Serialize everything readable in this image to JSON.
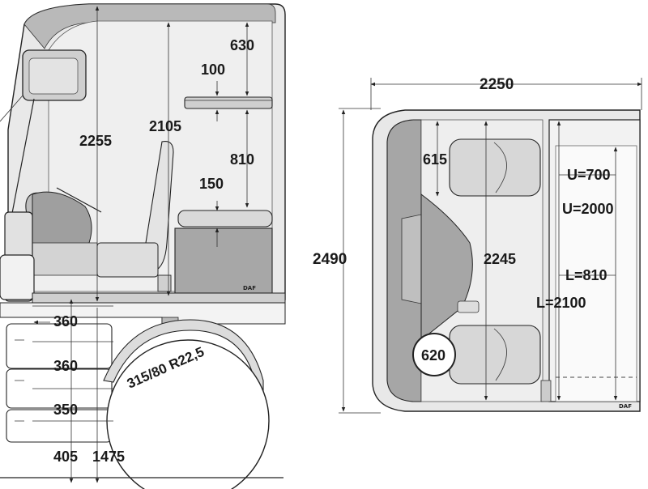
{
  "side_view": {
    "dims": {
      "d630": "630",
      "d100": "100",
      "d2105": "2105",
      "d2255": "2255",
      "d810": "810",
      "d150": "150",
      "d360a": "360",
      "d360b": "360",
      "d350": "350",
      "d405": "405",
      "d1475": "1475"
    },
    "tyre_label": "315/80 R22,5",
    "logo": "DAF"
  },
  "top_view": {
    "dims": {
      "d2250": "2250",
      "d2490": "2490",
      "d615": "615",
      "d2245": "2245",
      "d620": "620",
      "u700": "U=700",
      "u2000": "U=2000",
      "l810": "L=810",
      "l2100": "L=2100"
    },
    "logo": "DAF"
  },
  "colors": {
    "line": "#222222",
    "panel_dark": "#9a9a9a",
    "panel_mid": "#c4c4c4",
    "panel_light": "#e6e6e6",
    "background": "#ffffff"
  }
}
